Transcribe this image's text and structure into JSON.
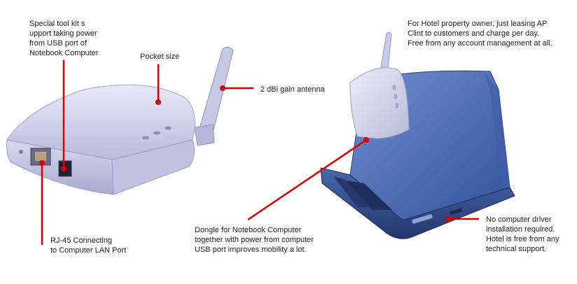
{
  "colors": {
    "callout_line": "#dd0000",
    "device_body": "#cdd0ea",
    "device_shadow": "#9fa3c9",
    "laptop_blue": "#4a6fb8",
    "laptop_dark": "#2a3f7a",
    "text": "#222222"
  },
  "callouts": {
    "toolkit": "Special tool kit s\nupport taking power\nfrom USB port of\nNotebook Computer",
    "pocket": "Pocket size",
    "antenna": "2 dBi gain antenna",
    "hotel": "For Hotel property owner, just leasing AP\nClint to customers and charge per day.\nFree from any account management at all.",
    "rj45": "RJ-45 Connecting\nto Computer LAN Port",
    "dongle": "Dongle for Notebook Computer\ntogether with power from computer\nUSB port improves mobility a lot.",
    "driver": "No computer driver\ninstallation required.\nHotel is free from any\ntechnical support."
  }
}
